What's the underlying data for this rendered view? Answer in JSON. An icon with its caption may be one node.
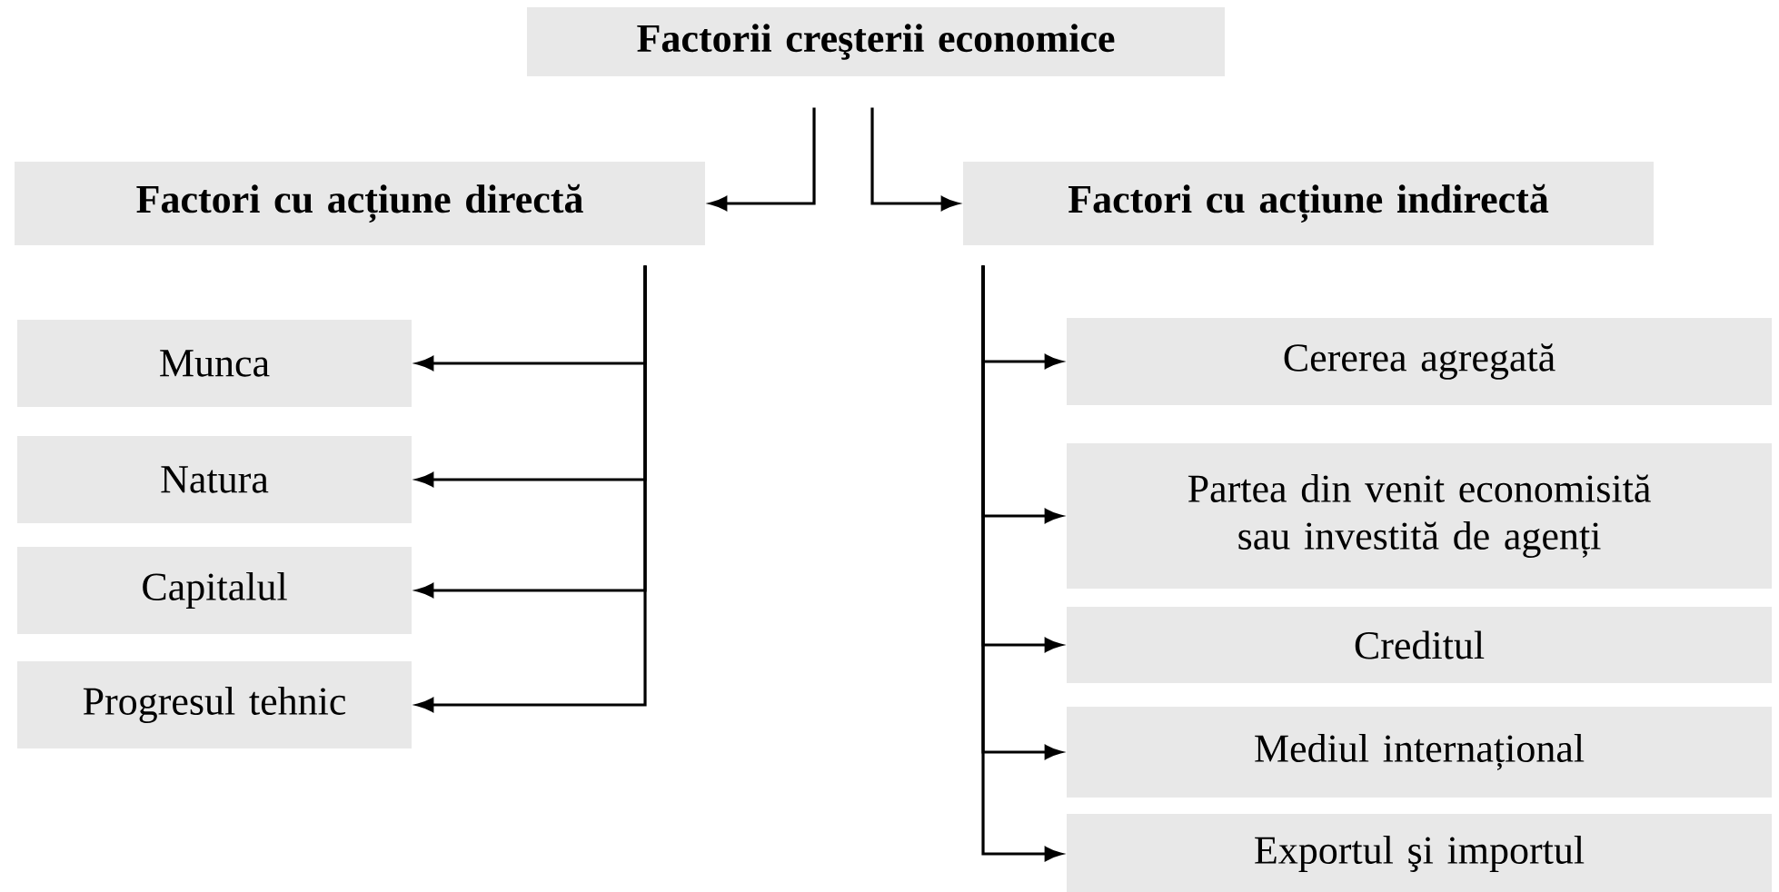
{
  "diagram": {
    "nodes": [
      {
        "text": [
          "Factorii creşterii economice"
        ]
      },
      {
        "text": [
          "Factori cu acțiune directă"
        ]
      },
      {
        "text": [
          "Factori cu acțiune indirectă"
        ]
      },
      {
        "text": [
          "Munca"
        ]
      },
      {
        "text": [
          "Natura"
        ]
      },
      {
        "text": [
          "Capitalul"
        ]
      },
      {
        "text": [
          "Progresul tehnic"
        ]
      },
      {
        "text": [
          "Cererea agregată"
        ]
      },
      {
        "text": [
          "Partea din venit economisită sau investită de agenți"
        ]
      },
      {
        "text": [
          "Creditul"
        ]
      },
      {
        "text": [
          "Mediul internațional"
        ]
      },
      {
        "text": [
          "Exportul şi importul"
        ]
      }
    ],
    "edges": [
      {
        "from": 0,
        "to": 1,
        "arrow": "to"
      },
      {
        "from": 0,
        "to": 2,
        "arrow": "to"
      },
      {
        "from": 1,
        "to": 3,
        "arrow": "to"
      },
      {
        "from": 1,
        "to": 4,
        "arrow": "to"
      },
      {
        "from": 1,
        "to": 5,
        "arrow": "to"
      },
      {
        "from": 1,
        "to": 6,
        "arrow": "to"
      },
      {
        "from": 2,
        "to": 7,
        "arrow": "to"
      },
      {
        "from": 2,
        "to": 8,
        "arrow": "to"
      },
      {
        "from": 2,
        "to": 9,
        "arrow": "to"
      },
      {
        "from": 2,
        "to": 10,
        "arrow": "to"
      },
      {
        "from": 2,
        "to": 11,
        "arrow": "to"
      }
    ]
  }
}
